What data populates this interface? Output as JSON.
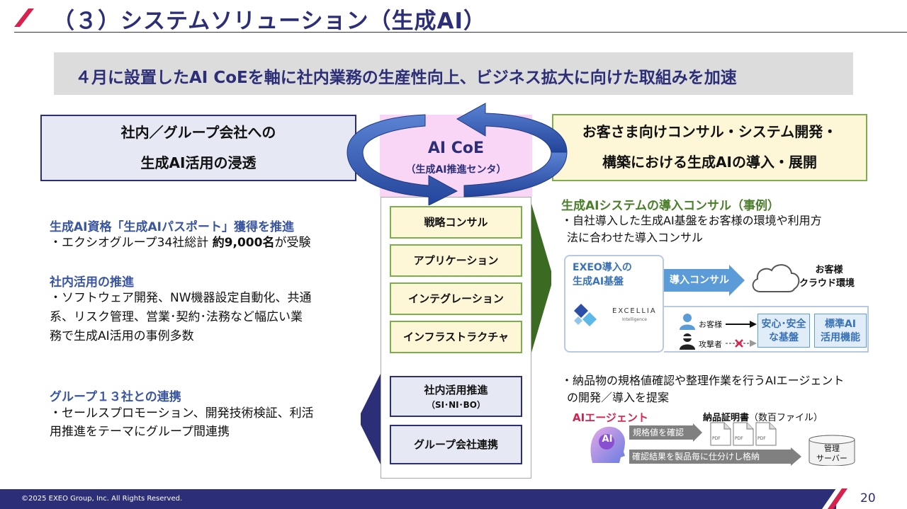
{
  "header": {
    "title": "（３）システムソリューション（生成AI）"
  },
  "banner": {
    "text": "４月に設置したAI CoEを軸に社内業務の生産性向上、ビジネス拡大に向けた取組みを加速"
  },
  "left_box": {
    "line1": "社内／グループ会社への",
    "line2": "生成AI活用の浸透"
  },
  "right_box": {
    "line1": "お客さま向けコンサル・システム開発・",
    "line2": "構築における生成AIの導入・展開"
  },
  "coe": {
    "title": "AI CoE",
    "subtitle": "（生成AI推進センタ）"
  },
  "center_items": [
    "戦略コンサル",
    "アプリケーション",
    "インテグレーション",
    "インフラストラクチャ"
  ],
  "center_blue": {
    "item1_line1": "社内活用推進",
    "item1_line2": "（SI･NI･BO）",
    "item2": "グループ会社連携"
  },
  "left_sections": {
    "s1_heading": "生成AI資格「生成AIパスポート」獲得を推進",
    "s1_body_pre": "・エクシオグループ34社総計",
    "s1_body_bold": "約9,000名",
    "s1_body_post": "が受験",
    "s2_heading": "社内活用の推進",
    "s2_line1": "・ソフトウェア開発、NW機器設定自動化、共通",
    "s2_line2": "系、リスク管理、営業･契約･法務など幅広い業",
    "s2_line3": "務で生成AI活用の事例多数",
    "s3_heading": "グループ１３社との連携",
    "s3_line1": "・セールスプロモーション、開発技術検証、利活",
    "s3_line2": "用推進をテーマにグループ間連携"
  },
  "right_sections": {
    "heading": "生成AIシステムの導入コンサル（事例）",
    "line1": "・自社導入した生成AI基盤をお客様の環境や利用方",
    "line2": "法に合わせた導入コンサル",
    "exeo_line1": "EXEO導入の",
    "exeo_line2": "生成AI基盤",
    "consul_arrow": "導入コンサル",
    "cloud_line1": "お客様",
    "cloud_line2": "クラウド環境",
    "excellia": "EXCELLIA",
    "intelligence": "Intelligence",
    "customer": "お客様",
    "attacker": "攻撃者",
    "safe_line1": "安心･安全",
    "safe_line2": "な基盤",
    "std_line1": "標準AI",
    "std_line2": "活用機能",
    "agent_line1": "・納品物の規格値確認や整理作業を行うAIエージェント",
    "agent_line2": "の開発／導入を提案",
    "agent_label": "AIエージェント",
    "ai_icon": "AI",
    "doc_bold": "納品証明書",
    "doc_note": "（数百ファイル）",
    "pdf": "PDF",
    "arrow1": "規格値を確認",
    "arrow2": "確認結果を製品毎に仕分けし格納",
    "server_line1": "管理",
    "server_line2": "サーバー"
  },
  "footer": {
    "copyright": "©2025 EXEO Group, Inc. All Rights Reserved.",
    "page": "20"
  },
  "colors": {
    "navy": "#2c2f77",
    "green": "#7dae4d",
    "pink": "#f9d6f6",
    "cream": "#fdf7d8",
    "lavender": "#e6e8f4",
    "accent_red": "#d8214d"
  }
}
